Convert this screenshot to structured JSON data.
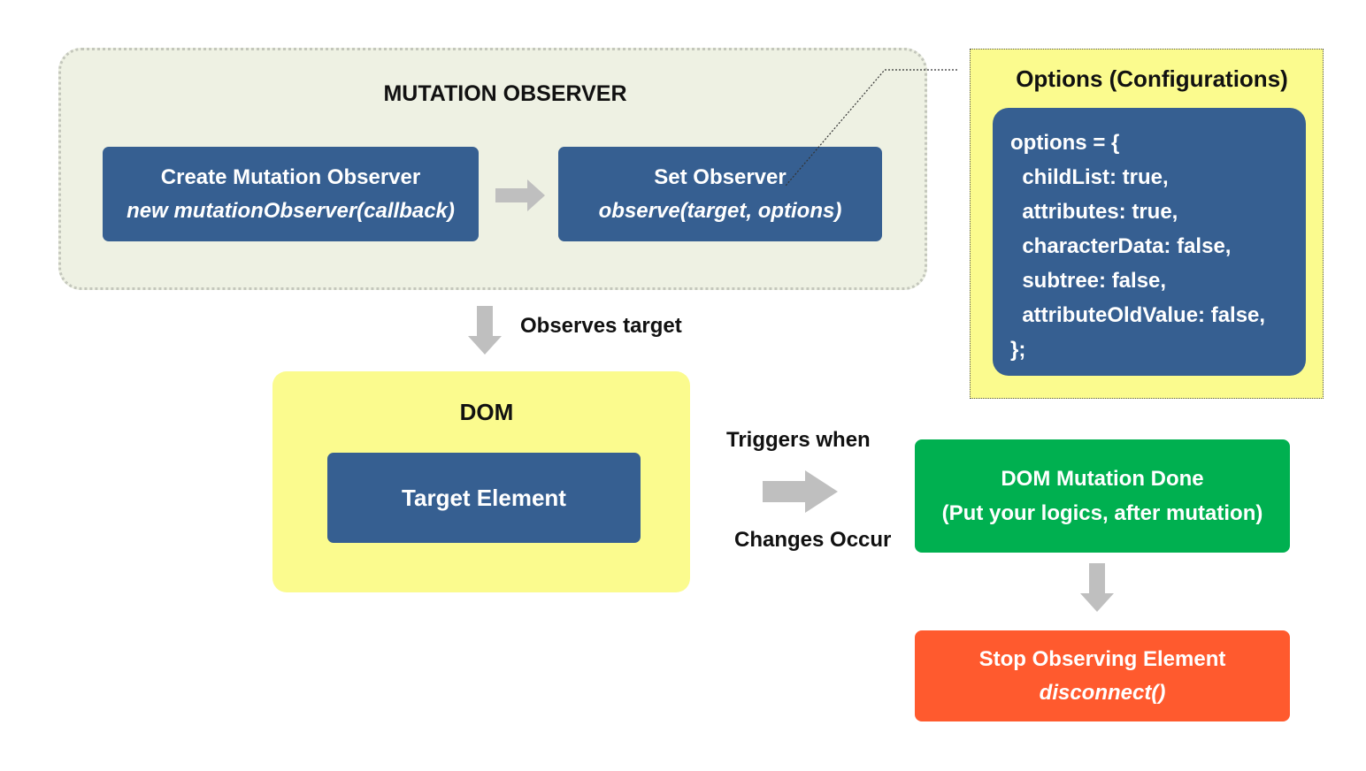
{
  "mutation_observer": {
    "title": "MUTATION OBSERVER",
    "create_box": {
      "line1": "Create Mutation Observer",
      "line2": "new mutationObserver(callback)"
    },
    "set_box": {
      "line1": "Set Observer",
      "line2": "observe(target, options)"
    }
  },
  "options": {
    "title": "Options (Configurations)",
    "code_lines": [
      "options = {",
      "  childList: true,",
      "  attributes: true,",
      "  characterData: false,",
      "  subtree: false,",
      "  attributeOldValue: false,",
      "};"
    ]
  },
  "observes_label": "Observes target",
  "dom": {
    "title": "DOM",
    "target_label": "Target Element"
  },
  "triggers_label": "Triggers when",
  "changes_label": "Changes Occur",
  "mutation_done": {
    "line1": "DOM Mutation Done",
    "line2": "(Put your logics, after mutation)"
  },
  "stop": {
    "line1": "Stop Observing Element",
    "line2": "disconnect()"
  },
  "colors": {
    "box_blue": "#365f91",
    "panel_yellow": "#fbfb8e",
    "group_green_bg": "#eef1e3",
    "success_green": "#00b050",
    "stop_red": "#ff5a2e",
    "arrow_gray": "#bfbfbf"
  }
}
